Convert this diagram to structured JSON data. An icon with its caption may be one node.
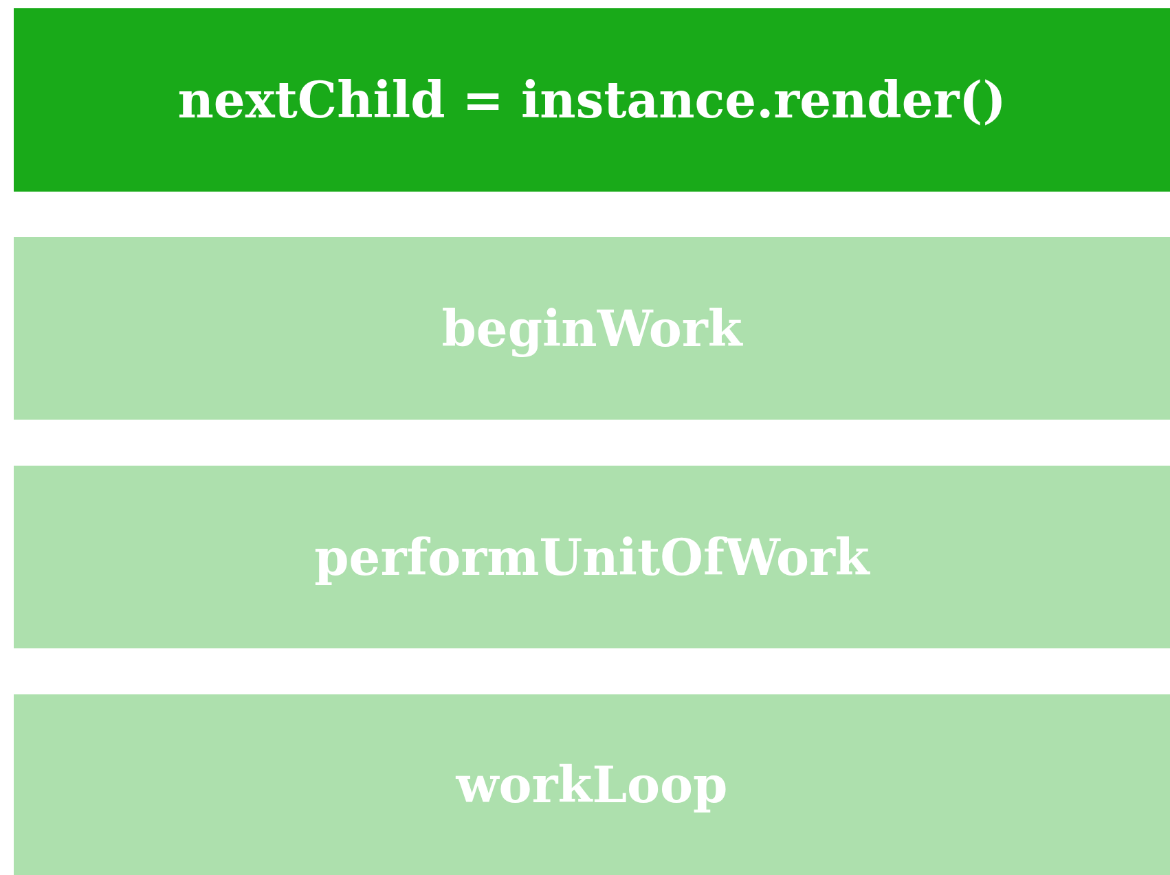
{
  "diagram": {
    "nodes": [
      {
        "text": [
          "nextChild = instance.render()"
        ]
      },
      {
        "text": [
          "beginWork"
        ]
      },
      {
        "text": [
          "performUnitOfWork"
        ]
      },
      {
        "text": [
          "workLoop"
        ]
      }
    ]
  }
}
